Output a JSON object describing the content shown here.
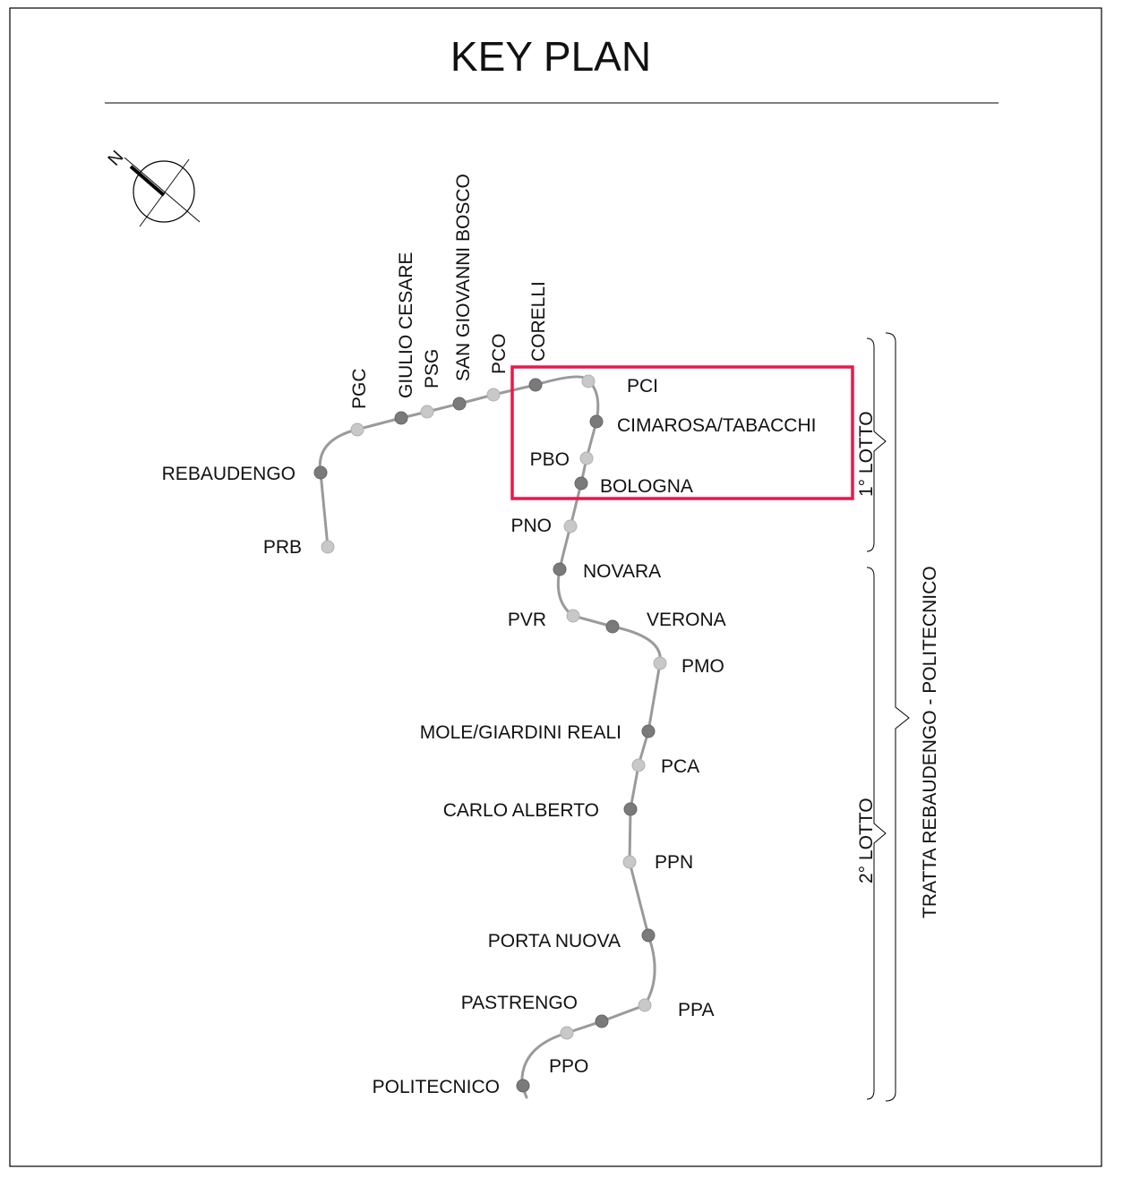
{
  "title": "KEY PLAN",
  "compass": {
    "label": "N"
  },
  "colors": {
    "frame": "#000000",
    "line": "#9a9a9a",
    "station_major": "#7a7a7a",
    "station_minor": "#c8c8c8",
    "highlight": "#e8194a"
  },
  "stations": [
    {
      "id": "prb",
      "label": "PRB",
      "type": "minor"
    },
    {
      "id": "rebaudengo",
      "label": "REBAUDENGO",
      "type": "major"
    },
    {
      "id": "pgc",
      "label": "PGC",
      "type": "minor"
    },
    {
      "id": "giulio_cesare",
      "label": "GIULIO CESARE",
      "type": "major"
    },
    {
      "id": "psg",
      "label": "PSG",
      "type": "minor"
    },
    {
      "id": "san_giovanni_bosco",
      "label": "SAN GIOVANNI BOSCO",
      "type": "major"
    },
    {
      "id": "pco",
      "label": "PCO",
      "type": "minor"
    },
    {
      "id": "corelli",
      "label": "CORELLI",
      "type": "major"
    },
    {
      "id": "pci",
      "label": "PCI",
      "type": "minor"
    },
    {
      "id": "cimarosa",
      "label": "CIMAROSA/TABACCHI",
      "type": "major"
    },
    {
      "id": "pbo",
      "label": "PBO",
      "type": "minor"
    },
    {
      "id": "bologna",
      "label": "BOLOGNA",
      "type": "major"
    },
    {
      "id": "pno",
      "label": "PNO",
      "type": "minor"
    },
    {
      "id": "novara",
      "label": "NOVARA",
      "type": "major"
    },
    {
      "id": "pvr",
      "label": "PVR",
      "type": "minor"
    },
    {
      "id": "verona",
      "label": "VERONA",
      "type": "major"
    },
    {
      "id": "pmo",
      "label": "PMO",
      "type": "minor"
    },
    {
      "id": "mole",
      "label": "MOLE/GIARDINI REALI",
      "type": "major"
    },
    {
      "id": "pca",
      "label": "PCA",
      "type": "minor"
    },
    {
      "id": "carlo_alberto",
      "label": "CARLO ALBERTO",
      "type": "major"
    },
    {
      "id": "ppn",
      "label": "PPN",
      "type": "minor"
    },
    {
      "id": "porta_nuova",
      "label": "PORTA NUOVA",
      "type": "major"
    },
    {
      "id": "ppa",
      "label": "PPA",
      "type": "minor"
    },
    {
      "id": "pastrengo",
      "label": "PASTRENGO",
      "type": "major"
    },
    {
      "id": "ppo",
      "label": "PPO",
      "type": "minor"
    },
    {
      "id": "politecnico",
      "label": "POLITECNICO",
      "type": "major"
    }
  ],
  "segments": {
    "lotto1": "1° LOTTO",
    "lotto2": "2° LOTTO",
    "tratta": "TRATTA REBAUDENGO - POLITECNICO"
  }
}
